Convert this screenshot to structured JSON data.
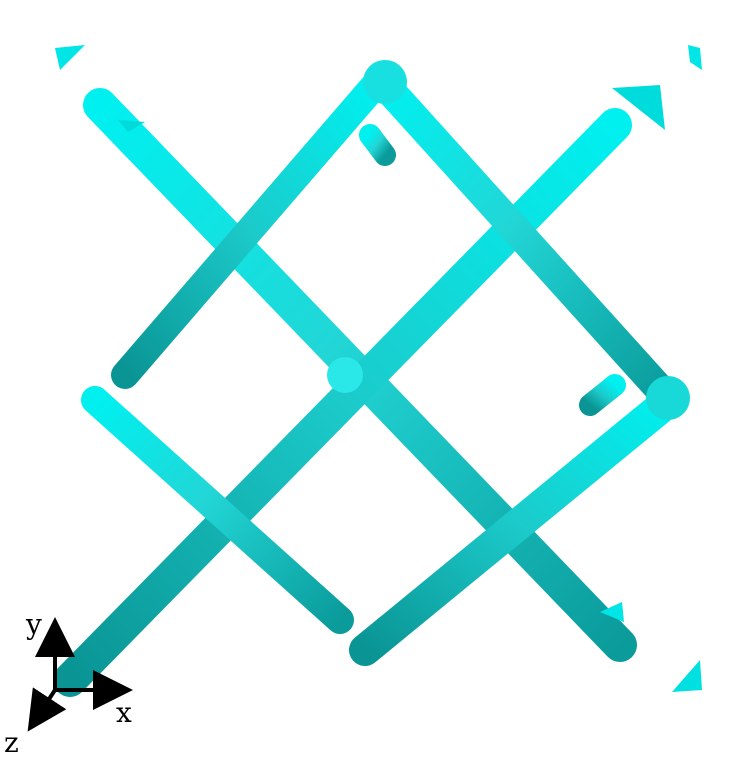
{
  "scene": {
    "background": "#ffffff",
    "tube_color": "#00e5e5",
    "tube_shadow": "#0a8f8f",
    "tube_highlight": "#5ff7f7"
  },
  "axes": {
    "x_label": "x",
    "y_label": "y",
    "z_label": "z",
    "color": "#000000"
  }
}
